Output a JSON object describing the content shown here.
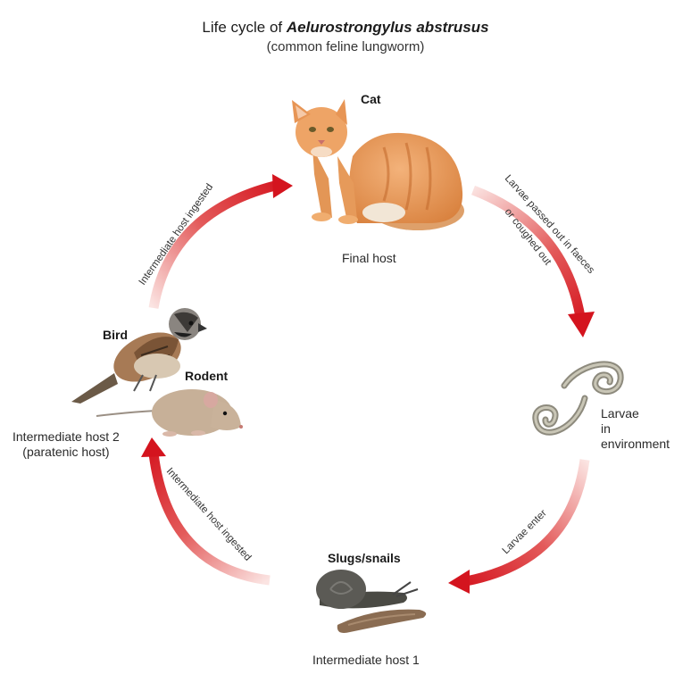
{
  "title": {
    "prefix": "Life cycle of ",
    "species": "Aelurostrongylus abstrusus",
    "subtitle": "(common feline lungworm)"
  },
  "stages": {
    "cat": {
      "name": "Cat",
      "role": "Final host"
    },
    "larvae": {
      "line1": "Larvae",
      "line2": "in",
      "line3": "environment"
    },
    "slugs": {
      "name": "Slugs/snails",
      "role": "Intermediate host 1"
    },
    "bird": {
      "name": "Bird"
    },
    "rodent": {
      "name": "Rodent"
    },
    "paratenic": {
      "line1": "Intermediate host 2",
      "line2": "(paratenic host)"
    }
  },
  "arrows": {
    "cat_to_larvae_1": "Larvae passed out in faeces",
    "cat_to_larvae_2": "or coughed out",
    "larvae_to_slugs": "Larvae enter",
    "slugs_to_paratenic": "Intermediate host ingested",
    "paratenic_to_cat": "Intermediate host ingested"
  },
  "colors": {
    "arrow": "#d4141e",
    "arrow_fade": "#f6d2cf"
  }
}
